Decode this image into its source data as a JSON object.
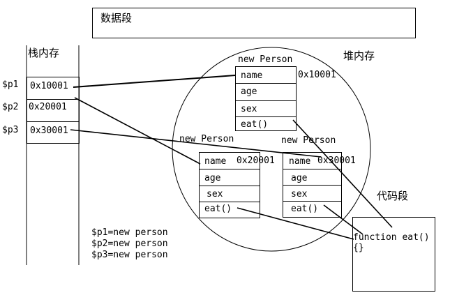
{
  "data_segment": {
    "label": "数据段"
  },
  "stack": {
    "label": "栈内存",
    "slots": [
      {
        "var": "$p1",
        "addr": "0x10001"
      },
      {
        "var": "$p2",
        "addr": "0x20001"
      },
      {
        "var": "$p3",
        "addr": "0x30001"
      }
    ]
  },
  "heap": {
    "label": "堆内存",
    "objects": [
      {
        "caption": "new Person",
        "address": "0x10001",
        "fields": [
          "name",
          "age",
          "sex",
          "eat()"
        ]
      },
      {
        "caption": "new Person",
        "address": "0x20001",
        "fields": [
          "name",
          "age",
          "sex",
          "eat()"
        ]
      },
      {
        "caption": "new Person",
        "address": "0x30001",
        "fields": [
          "name",
          "age",
          "sex",
          "eat()"
        ]
      }
    ]
  },
  "code_segment": {
    "label": "代码段",
    "function_line": "function eat()",
    "body_line": "{}"
  },
  "code_lines": [
    "$p1=new person",
    "$p2=new person",
    "$p3=new person"
  ],
  "colors": {
    "line": "#000000",
    "background": "#ffffff"
  }
}
